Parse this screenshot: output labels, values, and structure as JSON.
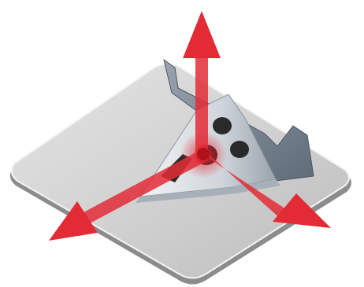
{
  "image": {
    "subject": "bracket-on-plate-with-force-arrows",
    "colors": {
      "background": "#ffffff",
      "plate_top": "#d4d4d4",
      "plate_edge": "#8c8c8c",
      "plate_rim": "#f2f2f2",
      "bracket_light": "#e6eaee",
      "bracket_mid": "#b8c0c8",
      "bracket_dark": "#7b8693",
      "hole": "#2a2a2a",
      "arrow": "#e32b36",
      "arrow_glow": "#f06a72"
    },
    "arrows": [
      "up-arrow",
      "left-down-arrow",
      "right-down-arrow"
    ]
  }
}
